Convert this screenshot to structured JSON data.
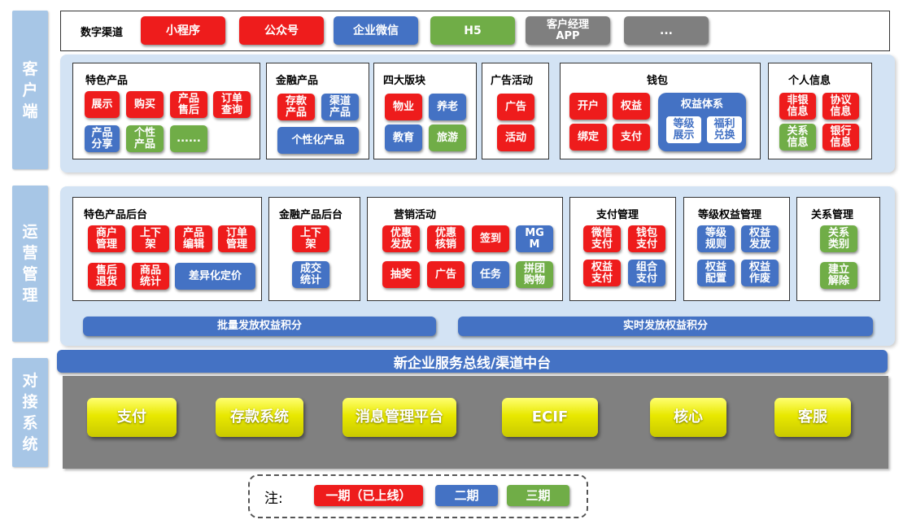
{
  "side": {
    "client": [
      "客",
      "户",
      "端"
    ],
    "ops": [
      "运",
      "营",
      "管",
      "理"
    ],
    "integ": [
      "对",
      "接",
      "系",
      "统"
    ]
  },
  "channels": {
    "label": "数字渠道",
    "items": [
      "小程序",
      "公众号",
      "企业微信",
      "H5",
      "客户经理\nAPP",
      "..."
    ]
  },
  "client": {
    "special": {
      "title": "特色产品",
      "items": [
        "展示",
        "购买",
        "产品\n售后",
        "订单\n查询",
        "产品\n分享",
        "个性\n产品",
        "......"
      ]
    },
    "finance": {
      "title": "金融产品",
      "items": [
        "存款\n产品",
        "渠道\n产品",
        "个性化产品"
      ]
    },
    "four": {
      "title": "四大版块",
      "items": [
        "物业",
        "养老",
        "教育",
        "旅游"
      ]
    },
    "ads": {
      "title": "广告活动",
      "items": [
        "广告",
        "活动"
      ]
    },
    "wallet": {
      "title": "钱包",
      "items": [
        "开户",
        "权益",
        "绑定",
        "支付"
      ],
      "rights": {
        "title": "权益体系",
        "items": [
          "等级\n展示",
          "福利\n兑换"
        ]
      }
    },
    "personal": {
      "title": "个人信息",
      "items": [
        "非银\n信息",
        "协议\n信息",
        "关系\n信息",
        "银行\n信息"
      ]
    }
  },
  "ops": {
    "special": {
      "title": "特色产品后台",
      "items": [
        "商户\n管理",
        "上下\n架",
        "产品\n编辑",
        "订单\n管理",
        "售后\n退货",
        "商品\n统计",
        "差异化定价"
      ]
    },
    "finance": {
      "title": "金融产品后台",
      "items": [
        "上下\n架",
        "成交\n统计"
      ]
    },
    "marketing": {
      "title": "营销活动",
      "items": [
        "优惠\n发放",
        "优惠\n核销",
        "签到",
        "MG\nM",
        "抽奖",
        "广告",
        "任务",
        "拼团\n购物"
      ]
    },
    "payment": {
      "title": "支付管理",
      "items": [
        "微信\n支付",
        "钱包\n支付",
        "权益\n支付",
        "组合\n支付"
      ]
    },
    "level": {
      "title": "等级权益管理",
      "items": [
        "等级\n规则",
        "权益\n发放",
        "权益\n配置",
        "权益\n作废"
      ]
    },
    "relation": {
      "title": "关系管理",
      "items": [
        "关系\n类别",
        "建立\n解除"
      ]
    },
    "batch": "批量发放权益积分",
    "realtime": "实时发放权益积分"
  },
  "bus": "新企业服务总线/渠道中台",
  "systems": [
    "支付",
    "存款系统",
    "消息管理平台",
    "ECIF",
    "核心",
    "客服"
  ],
  "legend": {
    "label": "注:",
    "items": [
      "一期（已上线）",
      "二期",
      "三期"
    ]
  },
  "colors": {
    "phase1": "#ee1c1c",
    "phase2": "#4472c4",
    "phase3": "#70ad47",
    "pending": "#7f7f7f",
    "panel": "#d3e3f4",
    "side": "#a7c6e6",
    "system": "#e8e800"
  }
}
